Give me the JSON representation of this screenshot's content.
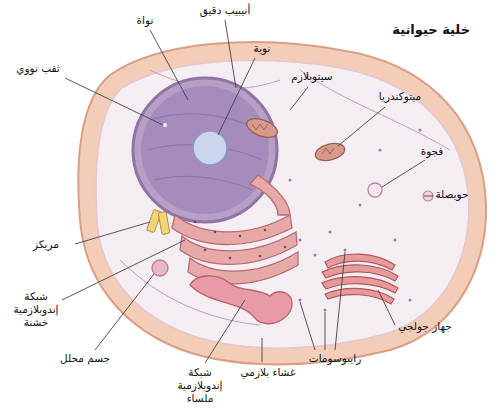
{
  "diagram": {
    "title": "خلية حيوانية",
    "labels": [
      "أنيبيب دقيق",
      "نواة",
      "نوية",
      "ثقب نووي",
      "سيتوبلازم",
      "ميتوكندريا",
      "فجوة",
      "حويصلة",
      "مريكز",
      "شبكة إندوبلازمية خشنة",
      "جسم محلل",
      "شبكة إندوبلازمية ملساء",
      "غشاء بلازمي",
      "رايبوسومات",
      "جهاز جولجي"
    ]
  }
}
